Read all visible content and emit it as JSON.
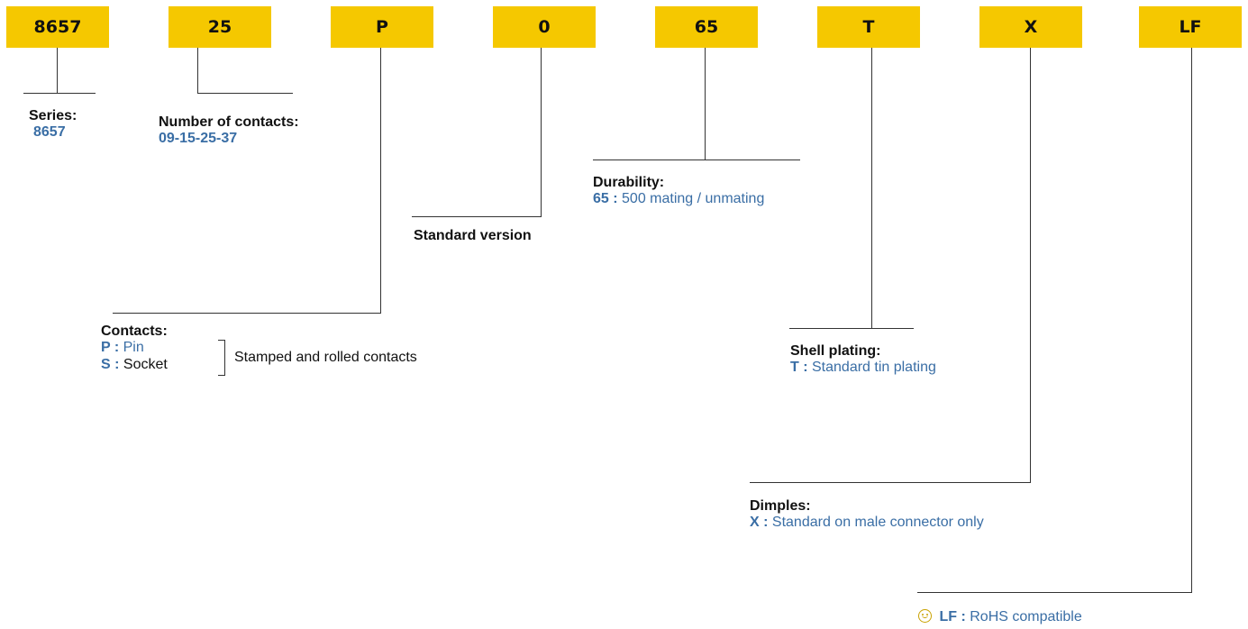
{
  "code_boxes": [
    "8657",
    "25",
    "P",
    "0",
    "65",
    "T",
    "X",
    "LF"
  ],
  "colors": {
    "box": "#f5c800",
    "accent": "#3a6ea5",
    "line": "#333333"
  },
  "series": {
    "label": "Series:",
    "value": "8657"
  },
  "contacts_count": {
    "label": "Number of contacts:",
    "value": "09-15-25-37"
  },
  "standard": {
    "label": "Standard version"
  },
  "durability": {
    "label": "Durability:",
    "code": "65 :",
    "text": "500 mating / unmating"
  },
  "contacts": {
    "label": "Contacts:",
    "p_code": "P :",
    "p_text": "Pin",
    "s_code": "S :",
    "s_text": "Socket",
    "note": "Stamped and rolled contacts"
  },
  "shell": {
    "label": "Shell plating:",
    "code": "T :",
    "text": "Standard tin plating"
  },
  "dimples": {
    "label": "Dimples:",
    "code": "X :",
    "text": "Standard on male connector only"
  },
  "lf": {
    "icon": "smiley-icon",
    "code": "LF :",
    "text": "RoHS compatible"
  }
}
